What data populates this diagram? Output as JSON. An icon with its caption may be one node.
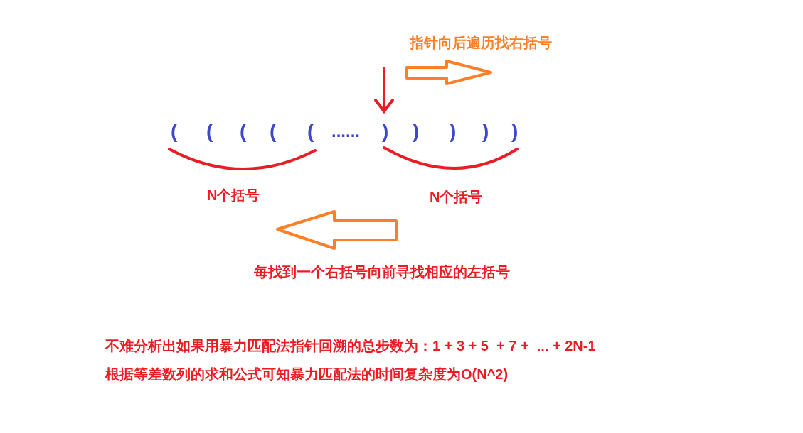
{
  "diagram": {
    "labels": [
      "指针向后遍历找右括号",
      "(",
      "(",
      "(",
      "(",
      "(",
      "......",
      ")",
      ")",
      ")",
      ")",
      ")",
      "N个括号",
      "N个括号",
      "每找到一个右括号向前寻找相应的左括号",
      "不难分析出如果用暴力匹配法指针回溯的总步数为：1 + 3 + 5  + 7 +  ... + 2N-1",
      "根据等差数列的求和公式可知暴力匹配法的时间复杂度为O(N^2)"
    ]
  }
}
